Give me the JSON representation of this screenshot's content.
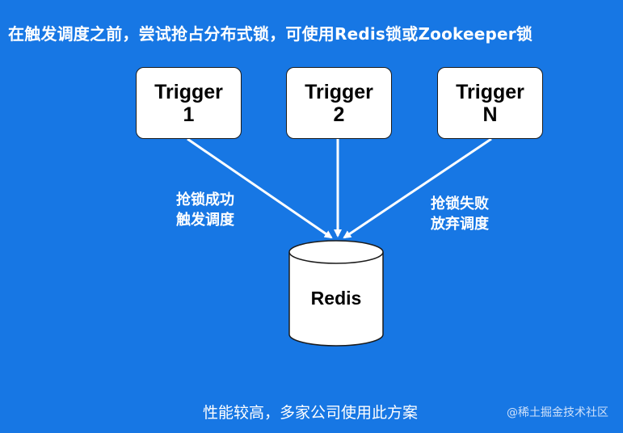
{
  "headline": "在触发调度之前，尝试抢占分布式锁，可使用Redis锁或Zookeeper锁",
  "triggers": [
    {
      "line1": "Trigger",
      "line2": "1"
    },
    {
      "line1": "Trigger",
      "line2": "2"
    },
    {
      "line1": "Trigger",
      "line2": "N"
    }
  ],
  "edge_labels": {
    "success": {
      "line1": "抢锁成功",
      "line2": "触发调度"
    },
    "fail": {
      "line1": "抢锁失败",
      "line2": "放弃调度"
    }
  },
  "database": {
    "label": "Redis"
  },
  "footer": "性能较高，多家公司使用此方案",
  "watermark": "@稀土掘金技术社区",
  "colors": {
    "background": "#1777e4",
    "node_fill": "#ffffff",
    "arrow": "#ffffff"
  }
}
